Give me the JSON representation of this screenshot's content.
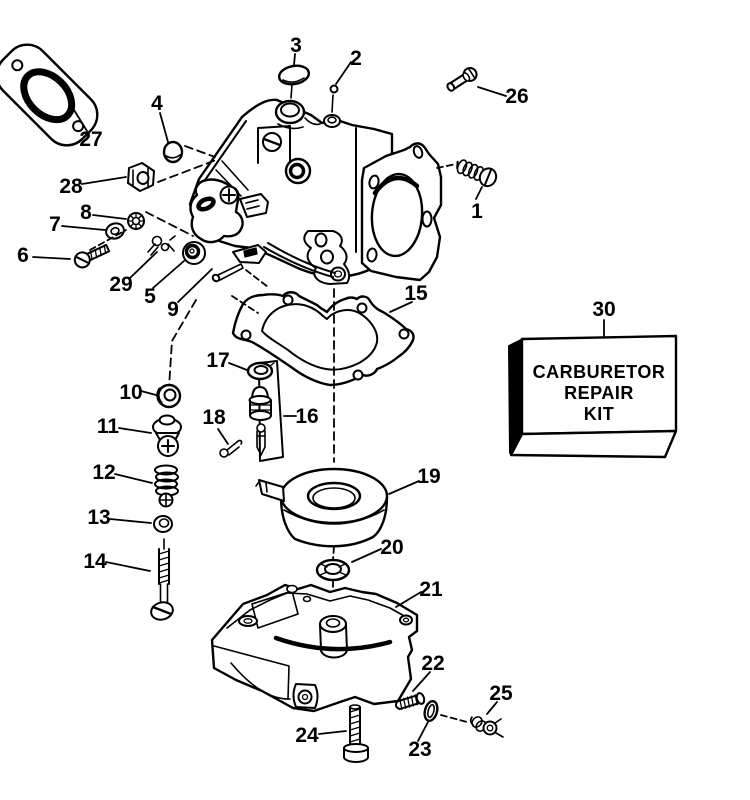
{
  "diagram_title": "Carburetor exploded parts diagram",
  "colors": {
    "background": "#ffffff",
    "line": "#000000"
  },
  "kit_box": {
    "line1": "CARBURETOR",
    "line2": "REPAIR",
    "line3": "KIT"
  },
  "callouts": {
    "1": "1",
    "2": "2",
    "3": "3",
    "4": "4",
    "5": "5",
    "6": "6",
    "7": "7",
    "8": "8",
    "9": "9",
    "10": "10",
    "11": "11",
    "12": "12",
    "13": "13",
    "14": "14",
    "15": "15",
    "16": "16",
    "17": "17",
    "18": "18",
    "19": "19",
    "20": "20",
    "21": "21",
    "22": "22",
    "23": "23",
    "24": "24",
    "25": "25",
    "26": "26",
    "27": "27",
    "28": "28",
    "29": "29",
    "30": "30"
  }
}
